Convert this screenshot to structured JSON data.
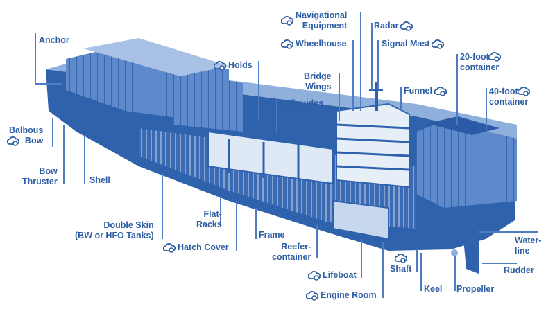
{
  "title": "Container Ship Anatomy",
  "icon": "360-view-icon",
  "colors": {
    "primary": "#2d5da3",
    "hull": "#2f62ad",
    "light": "#8fb0dc"
  },
  "labels": {
    "navigational_equipment": [
      "Navigational",
      "Equipment"
    ],
    "radar": "Radar",
    "wheelhouse": "Wheelhouse",
    "signal_mast": "Signal Mast",
    "anchor": "Anchor",
    "holds": "Holds",
    "bridge_wings": [
      "Bridge",
      "Wings"
    ],
    "funnel": "Funnel",
    "container_20": [
      "20-foot",
      "container"
    ],
    "container_40": [
      "40-foot",
      "container"
    ],
    "cellguides": "Cellguides",
    "balbous_bow": [
      "Balbous",
      "Bow"
    ],
    "bow_thruster": [
      "Bow",
      "Thruster"
    ],
    "shell": "Shell",
    "double_skin": [
      "Double Skin",
      "(BW or HFO Tanks)"
    ],
    "flat_racks": [
      "Flat-",
      "Racks"
    ],
    "hatch_cover": "Hatch Cover",
    "frame": "Frame",
    "reefer_container": [
      "Reefer-",
      "container"
    ],
    "lifeboat": "Lifeboat",
    "engine_room": "Engine Room",
    "shaft": "Shaft",
    "keel": "Keel",
    "propeller": "Propeller",
    "rudder": "Rudder",
    "waterline": [
      "Water-",
      "line"
    ]
  }
}
